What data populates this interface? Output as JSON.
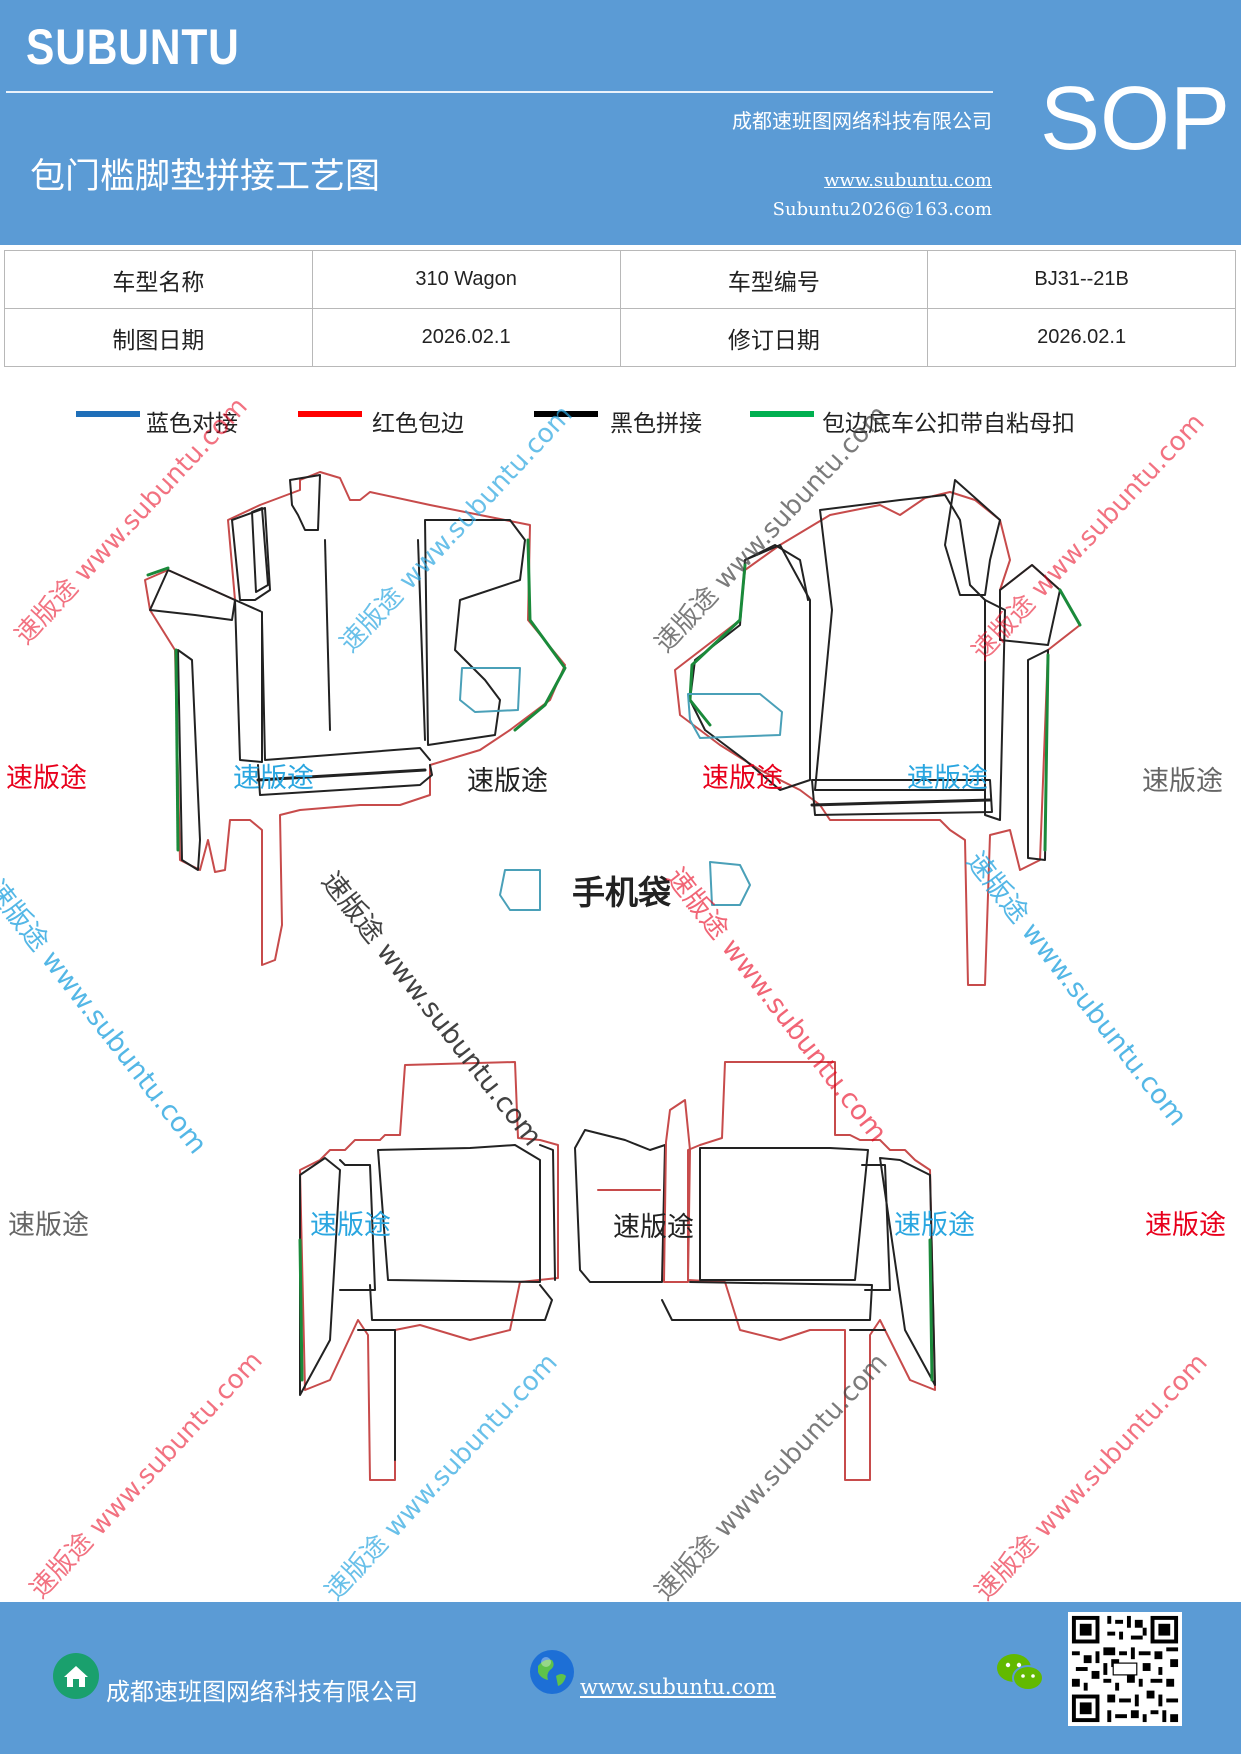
{
  "header": {
    "logo": "SUBUNTU",
    "company": "成都速班图网络科技有限公司",
    "title": "包门槛脚垫拼接工艺图",
    "website": "www.subuntu.com",
    "email": "Subuntu2026@163.com",
    "badge": "SOP",
    "bg_color": "#5b9bd5"
  },
  "info": {
    "model_name_label": "车型名称",
    "model_name_value": "310 Wagon",
    "model_code_label": "车型编号",
    "model_code_value": "BJ31--21B",
    "draw_date_label": "制图日期",
    "draw_date_value": "2026.02.1",
    "revise_date_label": "修订日期",
    "revise_date_value": "2026.02.1"
  },
  "legend": [
    {
      "label": "蓝色对接",
      "color": "#1f6fb9"
    },
    {
      "label": "红色包边",
      "color": "#ff0000"
    },
    {
      "label": "黑色拼接",
      "color": "#000000"
    },
    {
      "label": "包边底车公扣带自粘母扣",
      "color": "#00b050"
    }
  ],
  "drawing": {
    "phone_bag_label": "手机袋",
    "watermark_word": "速版途",
    "watermark_diag": "速版途 www.subuntu.com",
    "watermark_diag_flip": "速版途 www.subuntu.com"
  },
  "footer": {
    "company": "成都速班图网络科技有限公司",
    "website": "www.subuntu.com",
    "icons": [
      "house-icon",
      "globe-icon",
      "wechat-icon",
      "qr-code"
    ]
  }
}
